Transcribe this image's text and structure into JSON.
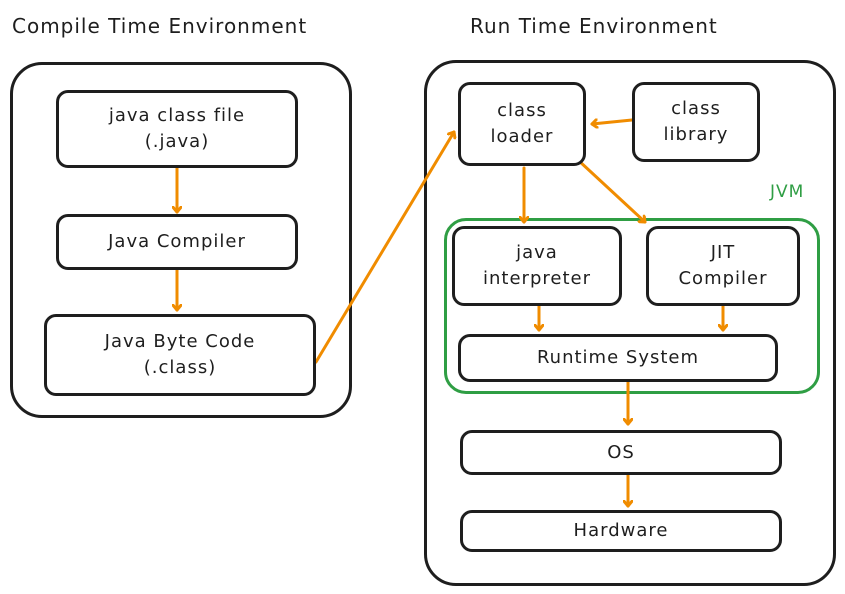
{
  "sections": {
    "compile": {
      "title": "Compile Time Environment"
    },
    "runtime": {
      "title": "Run Time Environment"
    },
    "jvm": {
      "label": "JVM"
    }
  },
  "nodes": {
    "java_class_file": "java class file\n(.java)",
    "java_compiler": "Java Compiler",
    "java_byte_code": "Java Byte Code\n(.class)",
    "class_loader": "class\nloader",
    "class_library": "class\nlibrary",
    "java_interpreter": "java\ninterpreter",
    "jit_compiler": "JIT\nCompiler",
    "runtime_system": "Runtime System",
    "os": "OS",
    "hardware": "Hardware"
  },
  "colors": {
    "arrow": "#f08c00",
    "jvm": "#2f9e44",
    "stroke": "#1e1e1e"
  }
}
